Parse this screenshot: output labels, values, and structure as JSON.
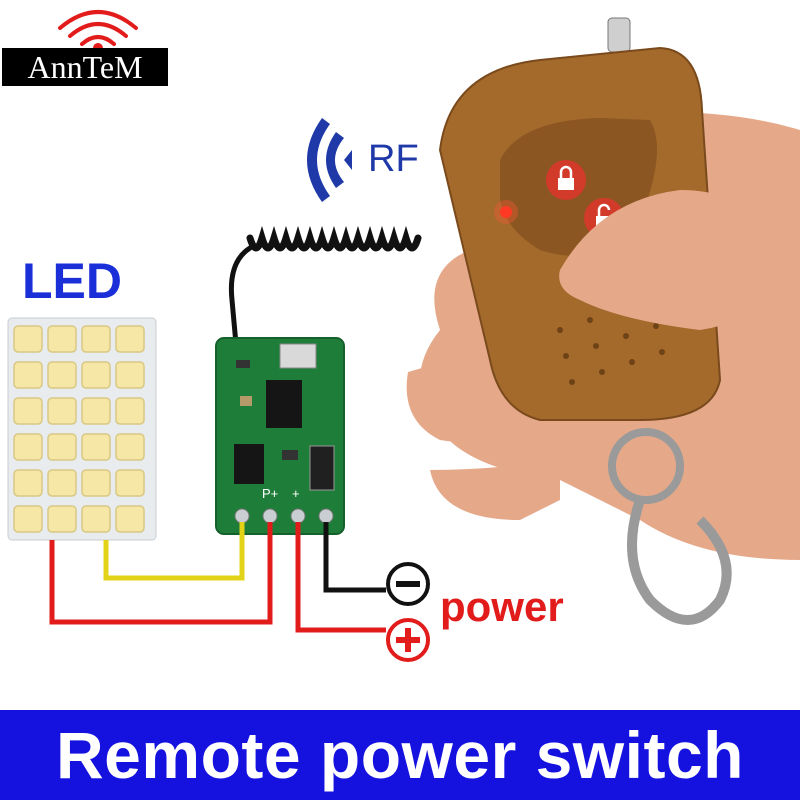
{
  "brand": {
    "text": "AnnTeM"
  },
  "labels": {
    "rf": "RF",
    "led": "LED",
    "power": "power",
    "terminal_p": "P+",
    "terminal_plus": "+"
  },
  "banner": {
    "text": "Remote power switch"
  },
  "colors": {
    "banner": "#1512e0",
    "led_text": "#1a2fd8",
    "power_text": "#e21b1b",
    "wire_red": "#e21b1b",
    "wire_yellow": "#e3d316",
    "wire_black": "#111111",
    "remote_body": "#a46a2c",
    "board": "#1f7d3a"
  },
  "icons": [
    "wifi-arcs-icon",
    "rf-signal-icon",
    "minus-terminal-icon",
    "plus-terminal-icon",
    "lock-icon",
    "unlock-icon"
  ]
}
